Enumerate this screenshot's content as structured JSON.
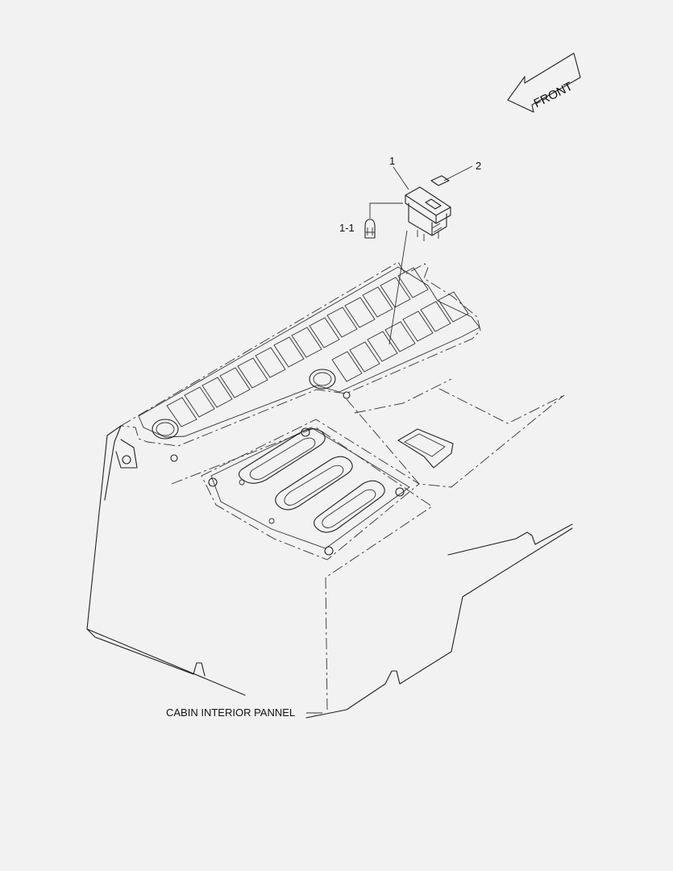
{
  "diagram": {
    "front_arrow": {
      "label": "FRONT"
    },
    "callouts": [
      {
        "id": "callout-1",
        "text": "1"
      },
      {
        "id": "callout-2",
        "text": "2"
      },
      {
        "id": "callout-1-1",
        "text": "1-1"
      }
    ],
    "caption": "CABIN INTERIOR PANNEL"
  }
}
